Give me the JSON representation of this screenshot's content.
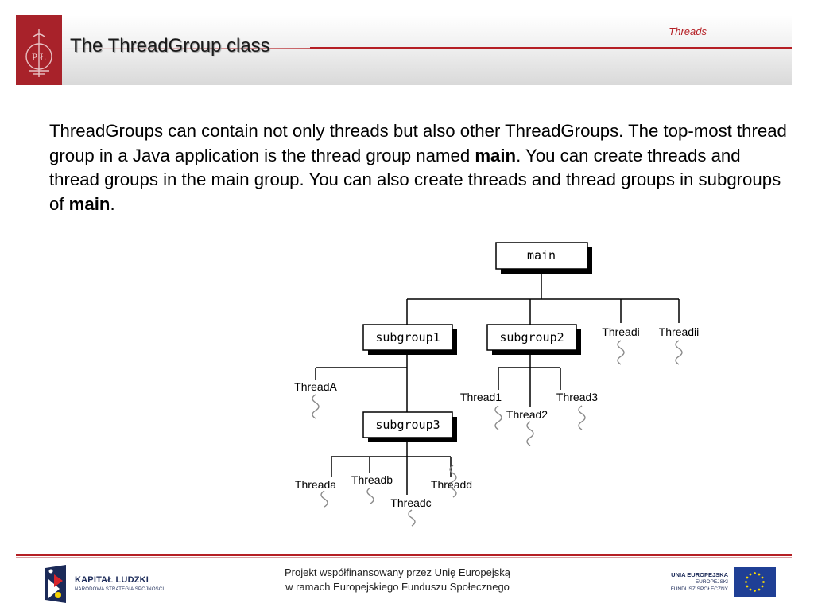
{
  "header": {
    "title": "The ThreadGroup class",
    "section": "Threads",
    "logo_text": "P Ł"
  },
  "body": {
    "p1": "ThreadGroups can contain not only threads but also other ThreadGroups. The top-most thread group in a Java application is the thread group named ",
    "b1": "main",
    "p2": ". You can create threads and thread groups in the main group. You can also create threads and thread groups in subgroups of ",
    "b2": "main",
    "p3": "."
  },
  "diagram": {
    "groups": {
      "main": "main",
      "subgroup1": "subgroup1",
      "subgroup2": "subgroup2",
      "subgroup3": "subgroup3"
    },
    "threads": {
      "threadi": "Threadi",
      "threadii": "Threadii",
      "threadA": "ThreadA",
      "thread1": "Thread1",
      "thread2": "Thread2",
      "thread3": "Thread3",
      "threada": "Threada",
      "threadb": "Threadb",
      "threadc": "Threadc",
      "threadd": "Threadd"
    }
  },
  "footer": {
    "kl_title": "KAPITAŁ LUDZKI",
    "kl_sub": "NARODOWA STRATEGIA SPÓJNOŚCI",
    "center_line1": "Projekt współfinansowany przez Unię Europejską",
    "center_line2": "w ramach Europejskiego Funduszu Społecznego",
    "eu_line1": "UNIA EUROPEJSKA",
    "eu_line2": "EUROPEJSKI",
    "eu_line3": "FUNDUSZ SPOŁECZNY"
  },
  "colors": {
    "accent_red": "#b51f24",
    "logo_red": "#a8222a",
    "eu_blue": "#1f3f95",
    "eu_gold": "#ffdd00"
  }
}
